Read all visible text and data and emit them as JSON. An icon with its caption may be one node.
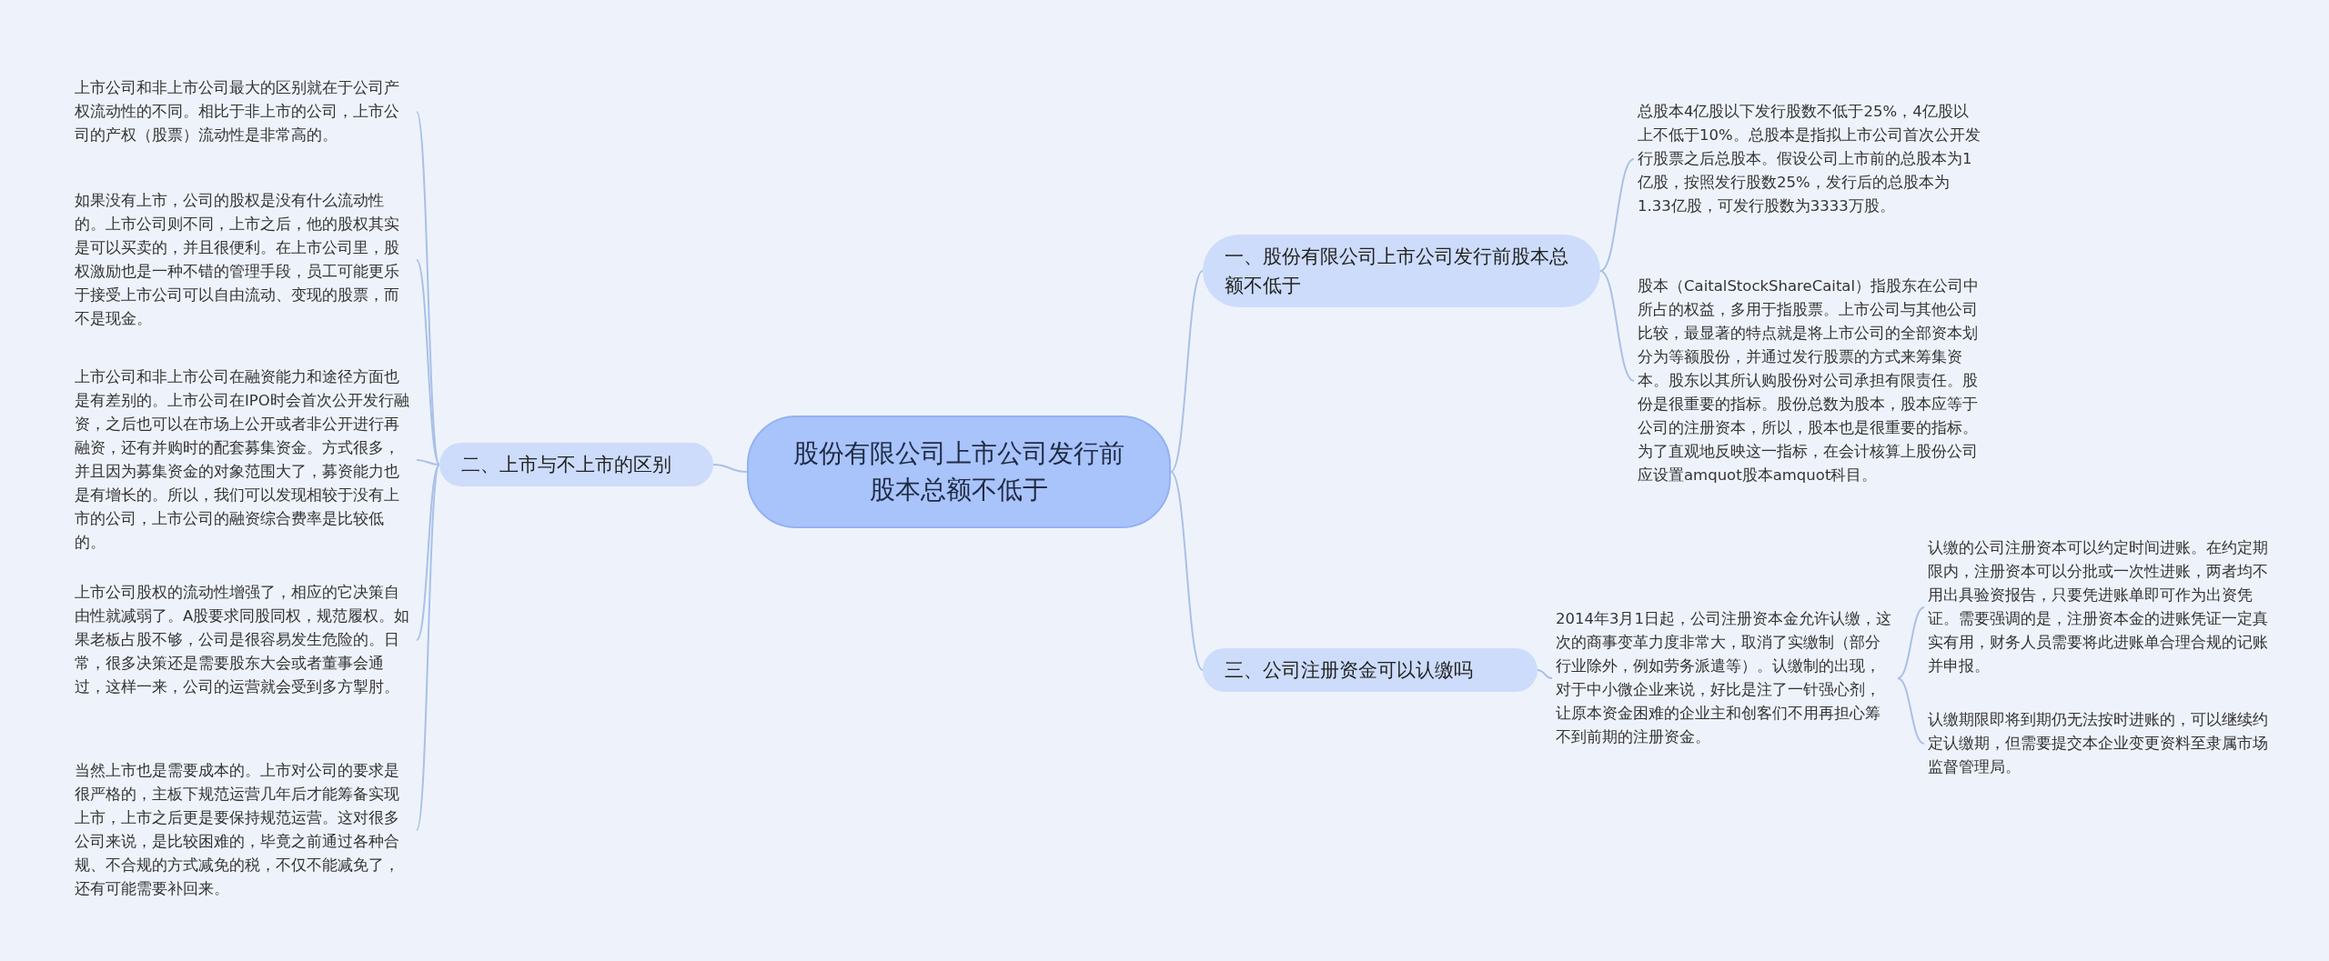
{
  "diagram": {
    "nodes": [
      {
        "text": [
          "股份有限公司上市公司发行前股本总额不低于"
        ]
      },
      {
        "text": [
          "一、股份有限公司上市公司发行前股本总额不低于"
        ]
      },
      {
        "text": [
          "总股本4亿股以下发行股数不低于25%，4亿股以上不低于10%。总股本是指拟上市公司首次公开发行股票之后总股本。假设公司上市前的总股本为1亿股，按照发行股数25%，发行后的总股本为1.33亿股，可发行股数为3333万股。"
        ]
      },
      {
        "text": [
          "股本（CaitalStockShareCaital）指股东在公司中所占的权益，多用于指股票。上市公司与其他公司比较，最显著的特点就是将上市公司的全部资本划分为等额股份，并通过发行股票的方式来筹集资本。股东以其所认购股份对公司承担有限责任。股份是很重要的指标。股份总数为股本，股本应等于公司的注册资本，所以，股本也是很重要的指标。为了直观地反映这一指标，在会计核算上股份公司应设置amquot股本amquot科目。"
        ]
      },
      {
        "text": [
          "二、上市与不上市的区别"
        ]
      },
      {
        "text": [
          "上市公司和非上市公司最大的区别就在于公司产权流动性的不同。相比于非上市的公司，上市公司的产权（股票）流动性是非常高的。"
        ]
      },
      {
        "text": [
          "如果没有上市，公司的股权是没有什么流动性的。上市公司则不同，上市之后，他的股权其实是可以买卖的，并且很便利。在上市公司里，股权激励也是一种不错的管理手段，员工可能更乐于接受上市公司可以自由流动、变现的股票，而不是现金。"
        ]
      },
      {
        "text": [
          "上市公司和非上市公司在融资能力和途径方面也是有差别的。上市公司在IPO时会首次公开发行融资，之后也可以在市场上公开或者非公开进行再融资，还有并购时的配套募集资金。方式很多，并且因为募集资金的对象范围大了，募资能力也是有增长的。所以，我们可以发现相较于没有上市的公司，上市公司的融资综合费率是比较低的。"
        ]
      },
      {
        "text": [
          "上市公司股权的流动性增强了，相应的它决策自由性就减弱了。A股要求同股同权，规范履权。如果老板占股不够，公司是很容易发生危险的。日常，很多决策还是需要股东大会或者董事会通过，这样一来，公司的运营就会受到多方掣肘。"
        ]
      },
      {
        "text": [
          "当然上市也是需要成本的。上市对公司的要求是很严格的，主板下规范运营几年后才能筹备实现上市，上市之后更是要保持规范运营。这对很多公司来说，是比较困难的，毕竟之前通过各种合规、不合规的方式减免的税，不仅不能减免了，还有可能需要补回来。"
        ]
      },
      {
        "text": [
          "三、公司注册资金可以认缴吗"
        ]
      },
      {
        "text": [
          "2014年3月1日起，公司注册资本金允许认缴，这次的商事变革力度非常大，取消了实缴制（部分行业除外，例如劳务派遣等）。认缴制的出现，对于中小微企业来说，好比是注了一针强心剂，让原本资金困难的企业主和创客们不用再担心筹不到前期的注册资金。"
        ]
      },
      {
        "text": [
          "认缴的公司注册资本可以约定时间进账。在约定期限内，注册资本可以分批或一次性进账，两者均不用出具验资报告，只要凭进账单即可作为出资凭证。需要强调的是，注册资本金的进账凭证一定真实有用，财务人员需要将此进账单合理合规的记账并申报。"
        ]
      },
      {
        "text": [
          "认缴期限即将到期仍无法按时进账的，可以继续约定认缴期，但需要提交本企业变更资料至隶属市场监督管理局。"
        ]
      }
    ],
    "edges": [
      {
        "from": 0,
        "to": 1,
        "arrow": "none"
      },
      {
        "from": 1,
        "to": 2,
        "arrow": "none"
      },
      {
        "from": 1,
        "to": 3,
        "arrow": "none"
      },
      {
        "from": 0,
        "to": 4,
        "arrow": "none"
      },
      {
        "from": 4,
        "to": 5,
        "arrow": "none"
      },
      {
        "from": 4,
        "to": 6,
        "arrow": "none"
      },
      {
        "from": 4,
        "to": 7,
        "arrow": "none"
      },
      {
        "from": 4,
        "to": 8,
        "arrow": "none"
      },
      {
        "from": 4,
        "to": 9,
        "arrow": "none"
      },
      {
        "from": 0,
        "to": 10,
        "arrow": "none"
      },
      {
        "from": 10,
        "to": 11,
        "arrow": "none"
      },
      {
        "from": 11,
        "to": 12,
        "arrow": "none"
      },
      {
        "from": 11,
        "to": 13,
        "arrow": "none"
      }
    ]
  }
}
